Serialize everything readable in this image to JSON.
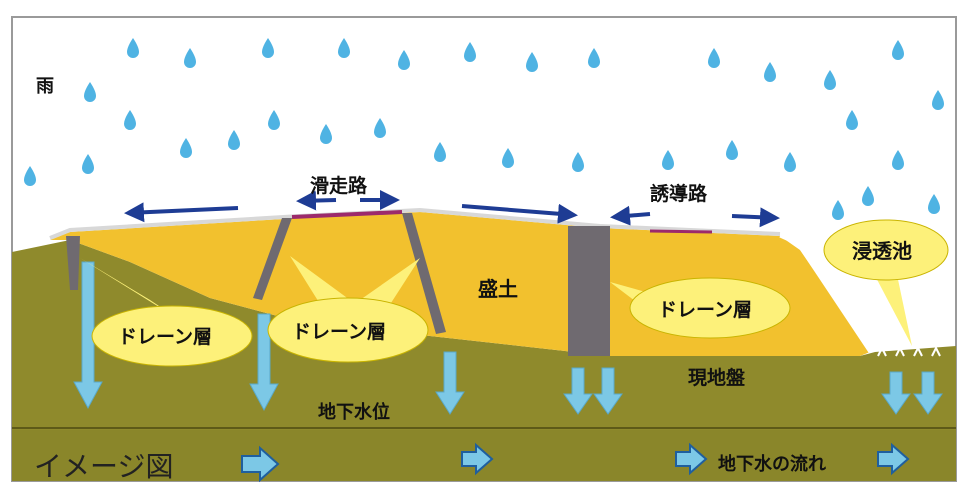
{
  "labels": {
    "rain": "雨",
    "runway": "滑走路",
    "taxiway": "誘導路",
    "fill": "盛土",
    "original_ground": "現地盤",
    "groundwater_level": "地下水位",
    "infiltration_pond": "浸透池",
    "drain_layer_1": "ドレーン層",
    "drain_layer_2": "ドレーン層",
    "drain_layer_3": "ドレーン層",
    "image_caption": "イメージ図",
    "groundwater_flow": "地下水の流れ"
  },
  "colors": {
    "sky": "#ffffff",
    "rain_drop": "#4fb3e3",
    "fill_soil": "#f2c12e",
    "ground": "#8f8a2c",
    "ground_dark": "#6e6a1c",
    "drain_wall": "#6f6a70",
    "callout": "#fdf17a",
    "callout_stroke": "#c9b400",
    "blue_arrow": "#1e3c94",
    "down_arrow": "#7cc8e6",
    "pavement_accent": "#9c2a6c"
  }
}
